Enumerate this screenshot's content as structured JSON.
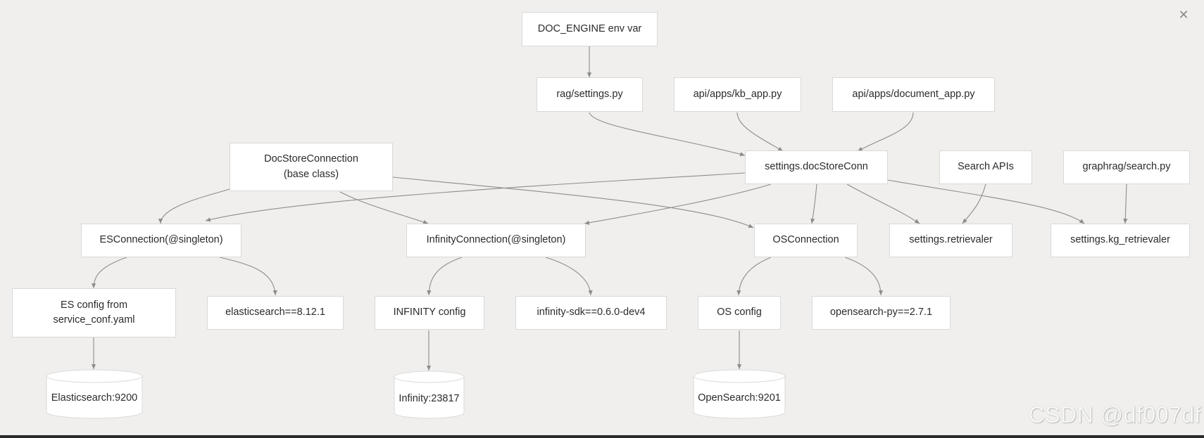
{
  "nodes": {
    "doc_engine": "DOC_ENGINE env var",
    "rag_settings": "rag/settings.py",
    "kb_app": "api/apps/kb_app.py",
    "document_app": "api/apps/document_app.py",
    "doc_store_connection_line1": "DocStoreConnection",
    "doc_store_connection_line2": "(base class)",
    "settings_docstoreconn": "settings.docStoreConn",
    "search_apis": "Search APIs",
    "graphrag_search": "graphrag/search.py",
    "es_connection": "ESConnection(@singleton)",
    "infinity_connection": "InfinityConnection(@singleton)",
    "os_connection": "OSConnection",
    "settings_retrievaler": "settings.retrievaler",
    "settings_kg_retrievaler": "settings.kg_retrievaler",
    "es_config_line1": "ES config from",
    "es_config_line2": "service_conf.yaml",
    "elasticsearch_pkg": "elasticsearch==8.12.1",
    "infinity_config": "INFINITY config",
    "infinity_sdk": "infinity-sdk==0.6.0-dev4",
    "os_config": "OS config",
    "opensearch_py": "opensearch-py==2.7.1",
    "db_elasticsearch": "Elasticsearch:9200",
    "db_infinity": "Infinity:23817",
    "db_opensearch": "OpenSearch:9201"
  },
  "close_icon": "close-icon",
  "watermark": "CSDN @df007df",
  "colors": {
    "background": "#f0efed",
    "node_fill": "#ffffff",
    "node_border": "#d9d9d9",
    "edge": "#8c8c8c"
  }
}
